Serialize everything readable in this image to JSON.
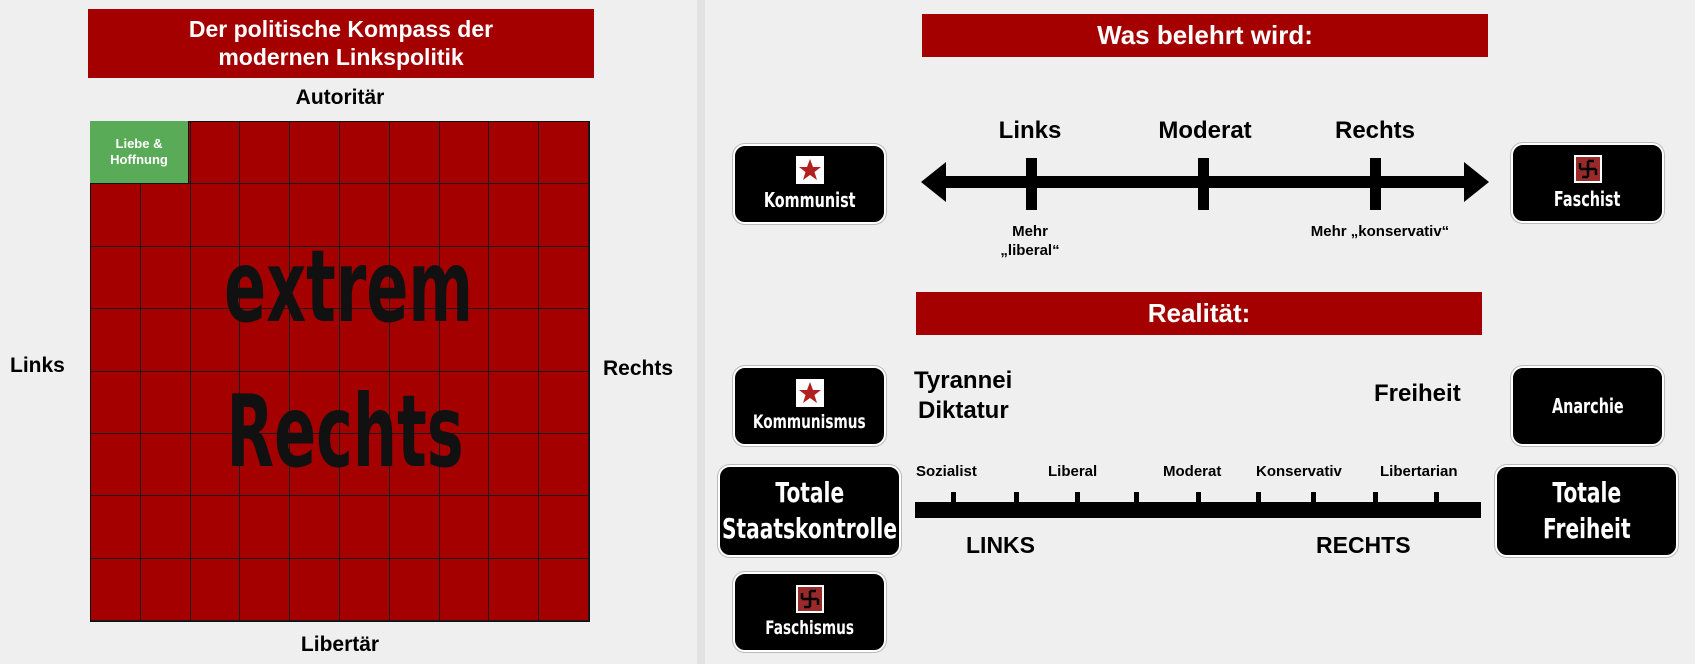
{
  "left": {
    "title_line1": "Der politische Kompass der",
    "title_line2": "modernen Linkspolitik",
    "axis_top": "Autoritär",
    "axis_bottom": "Libertär",
    "axis_left": "Links",
    "axis_right": "Rechts",
    "corner_label": "Liebe & Hoffnung",
    "big_line1": "extrem",
    "big_line2": "Rechts"
  },
  "right": {
    "taught_title": "Was belehrt wird:",
    "taught_labels": [
      "Links",
      "Moderat",
      "Rechts"
    ],
    "taught_sub_left": "Mehr „liberal“",
    "taught_sub_right": "Mehr „konservativ“",
    "box_left_top": "Kommunist",
    "box_right_top": "Faschist",
    "reality_title": "Realität:",
    "tyranny": "Tyrannei",
    "dictatorship": "Diktatur",
    "freedom": "Freiheit",
    "box_communism": "Kommunismus",
    "box_anarchy": "Anarchie",
    "box_total_state_line1": "Totale",
    "box_total_state_line2": "Staatskontrolle",
    "box_total_freedom_line1": "Totale",
    "box_total_freedom_line2": "Freiheit",
    "box_fascism": "Faschismus",
    "scale_labels": [
      "Sozialist",
      "Liberal",
      "Moderat",
      "Konservativ",
      "Libertarian"
    ],
    "scale_left": "LINKS",
    "scale_right": "RECHTS"
  },
  "colors": {
    "red": "#a50000",
    "green": "#5aab58",
    "black": "#000000"
  },
  "icons": {
    "communist_symbol": "red-star-icon",
    "fascist_symbol": "swastika-icon"
  }
}
